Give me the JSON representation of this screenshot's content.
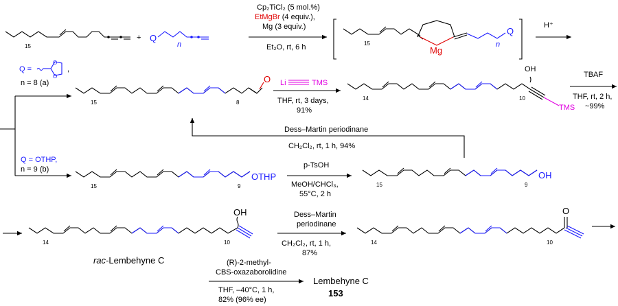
{
  "scheme": {
    "reactant1_sub": "15",
    "plus": "+",
    "q": "Q",
    "n": "n",
    "step1": {
      "line1": "Cp₂TiCl₂ (5 mol.%)",
      "line2a": "EtMgBr",
      "line2b": " (4 equiv.),",
      "line3": "Mg (3 equiv.)",
      "line4": "Et₂O, rt, 6 h"
    },
    "intermediate": {
      "sub15": "15",
      "mg": "Mg",
      "n": "n",
      "q": "Q"
    },
    "h_plus": "H⁺",
    "qa": {
      "q_label": "Q =",
      "comma": ",",
      "n_label": "n = 8 (a)"
    },
    "aldehyde": {
      "sub15": "15",
      "sub8": "8",
      "o": "O"
    },
    "lithium_step": {
      "reagent_li": "Li",
      "reagent_tms": "TMS",
      "cond1": "THF, rt, 3 days,",
      "cond2": "91%"
    },
    "alkynol_tms": {
      "sub14": "14",
      "sub10": "10",
      "oh": "OH",
      "tms": "TMS"
    },
    "tbaf_step": {
      "line1": "TBAF",
      "line2": "THF, rt, 2 h,",
      "line3": "~99%"
    },
    "dmp_loop": {
      "line1": "Dess–Martin periodinane",
      "line2": "CH₂Cl₂, rt, 1 h, 94%"
    },
    "qb": {
      "q_label": "Q = OTHP,",
      "n_label": "n = 9 (b)"
    },
    "thp_ether": {
      "sub15": "15",
      "sub9": "9",
      "othp": "OTHP"
    },
    "tsoh_step": {
      "line1": "p-TsOH",
      "line2": "MeOH/CHCl₃,",
      "line3": "55°C, 2 h"
    },
    "alcohol": {
      "sub15": "15",
      "sub9": "9",
      "oh": "OH"
    },
    "rac_lembehyne": {
      "sub14": "14",
      "sub10": "10",
      "oh": "OH",
      "name_prefix": "rac",
      "name_rest": "-Lembehyne C"
    },
    "dmp_step2": {
      "line1": "Dess–Martin",
      "line2": "periodinane",
      "line3": "CH₂Cl₂, rt, 1 h,",
      "line4": "87%"
    },
    "ketone": {
      "sub14": "14",
      "sub10": "10",
      "o": "O"
    },
    "cbs_step": {
      "line1": "(R)-2-methyl-",
      "line2": "CBS-oxazaborolidine",
      "line3": "THF, –40°C, 1 h,",
      "line4": "82% (96% ee)"
    },
    "product": {
      "name": "Lembehyne C",
      "number": "153"
    }
  }
}
